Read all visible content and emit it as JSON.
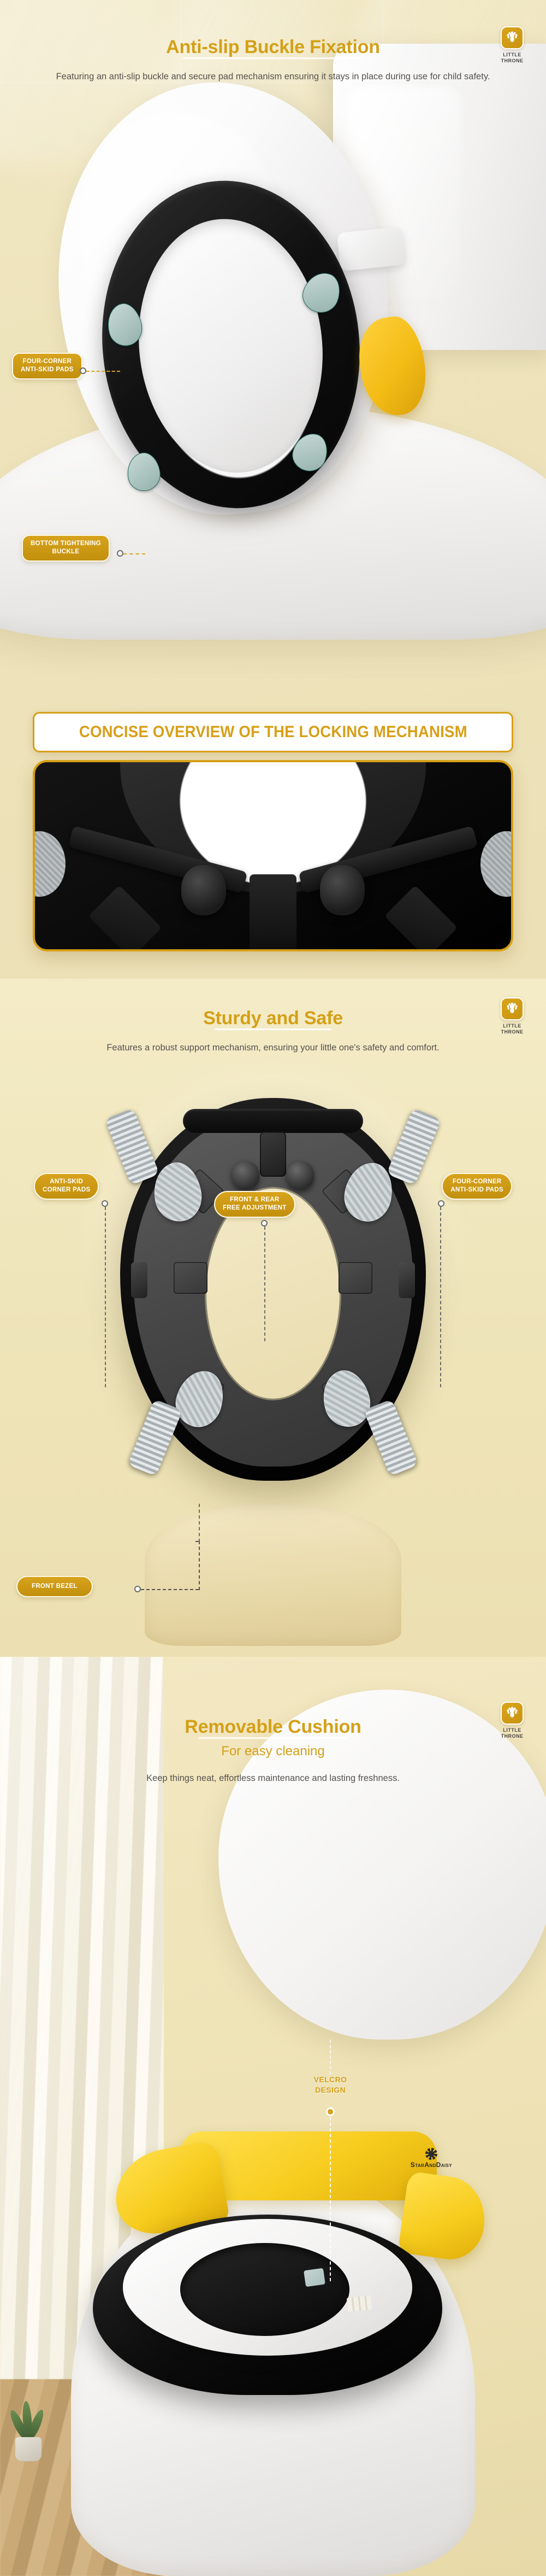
{
  "brand": {
    "name_line1": "LITTLE",
    "name_line2": "THRONE",
    "icon": "bird-crest-icon",
    "accent": "#d4a017",
    "badge_bg": "#d9a51c"
  },
  "sections": [
    {
      "id": "anti-slip-buckle-fixation",
      "title": "Anti-slip Buckle Fixation",
      "body": "Featuring an anti-slip buckle and secure pad mechanism ensuring it stays in place during use for child safety.",
      "callouts": [
        {
          "id": "four-corner-anti-skid-pads",
          "line1": "FOUR-CORNER",
          "line2": "ANTI-SKID PADS"
        },
        {
          "id": "bottom-tightening-buckle",
          "line1": "BOTTOM TIGHTENING",
          "line2": "BUCKLE"
        }
      ],
      "banner": "CONCISE OVERVIEW OF THE LOCKING MECHANISM"
    },
    {
      "id": "sturdy-and-safe",
      "title": "Sturdy and Safe",
      "body": "Features a robust support mechanism, ensuring your little one's safety and comfort.",
      "callouts": [
        {
          "id": "anti-skid-corner-pads",
          "line1": "ANTI-SKID",
          "line2": "CORNER PADS"
        },
        {
          "id": "front-rear-free-adjustment",
          "line1": "FRONT & REAR",
          "line2": "FREE ADJUSTMENT"
        },
        {
          "id": "four-corner-anti-skid-pads",
          "line1": "FOUR-CORNER",
          "line2": "ANTI-SKID PADS"
        },
        {
          "id": "front-bezel",
          "line1": "FRONT BEZEL",
          "line2": ""
        }
      ]
    },
    {
      "id": "removable-cushion",
      "title": "Removable Cushion",
      "subtitle": "For easy cleaning",
      "body": "Keep things neat, effortless maintenance and lasting freshness.",
      "callouts": [
        {
          "id": "velcro-design",
          "line1": "VELCRO",
          "line2": "DESIGN"
        }
      ],
      "product_brand": "StarAndDaisy"
    }
  ]
}
